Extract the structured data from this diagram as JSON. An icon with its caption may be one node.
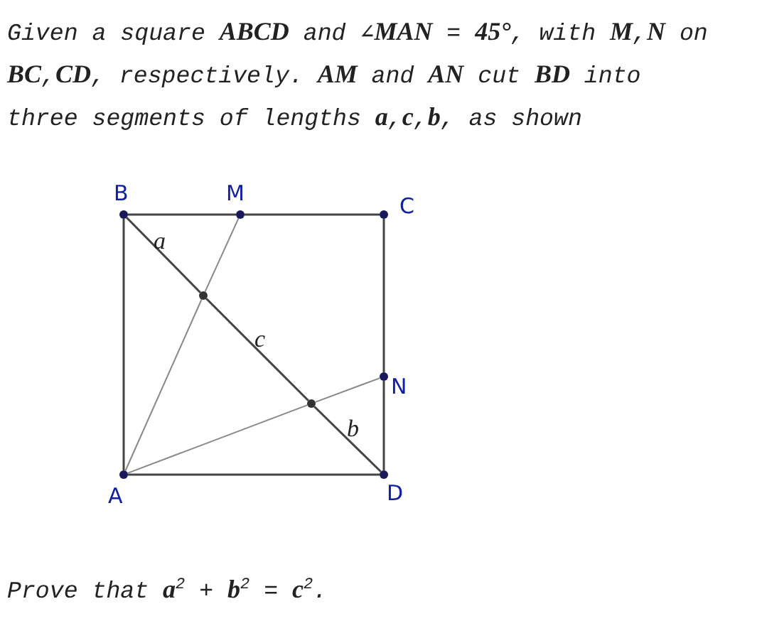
{
  "diagram": {
    "nodes": [
      {
        "text": [
          "B"
        ]
      },
      {
        "text": [
          "M"
        ]
      },
      {
        "text": [
          "C"
        ]
      },
      {
        "text": [
          "N"
        ]
      },
      {
        "text": [
          "A"
        ]
      },
      {
        "text": [
          "D"
        ]
      },
      {
        "text": [],
        "shape": "circle"
      },
      {
        "text": [],
        "shape": "circle"
      }
    ],
    "edges": [
      {
        "from": 0,
        "to": 1,
        "arrow": "none"
      },
      {
        "from": 1,
        "to": 2,
        "arrow": "none"
      },
      {
        "from": 2,
        "to": 3,
        "arrow": "none"
      },
      {
        "from": 3,
        "to": 5,
        "arrow": "none"
      },
      {
        "from": 4,
        "to": 5,
        "arrow": "none"
      },
      {
        "from": 0,
        "to": 4,
        "arrow": "none"
      },
      {
        "from": 4,
        "to": 6,
        "arrow": "none",
        "color": "#888888"
      },
      {
        "from": 6,
        "to": 1,
        "arrow": "none",
        "color": "#888888"
      },
      {
        "from": 4,
        "to": 7,
        "arrow": "none",
        "color": "#888888"
      },
      {
        "from": 7,
        "to": 3,
        "arrow": "none",
        "color": "#888888"
      },
      {
        "from": 0,
        "to": 6,
        "arrow": "none",
        "label": "a"
      },
      {
        "from": 6,
        "to": 7,
        "arrow": "none",
        "label": "c"
      },
      {
        "from": 7,
        "to": 5,
        "arrow": "none",
        "label": "b"
      }
    ],
    "labels": [
      "Given a square **ABCD** and ∠**MAN** = **45°**, with **M**,**N** on **BC**,**CD**, respectively. **AM** and **AN** cut **BD** into three segments of lengths **a**,**c**,**b**, as shown",
      "Prove that **a**$^{2}$ + **b**$^{2}$ = **c**$^{2}$."
    ]
  }
}
